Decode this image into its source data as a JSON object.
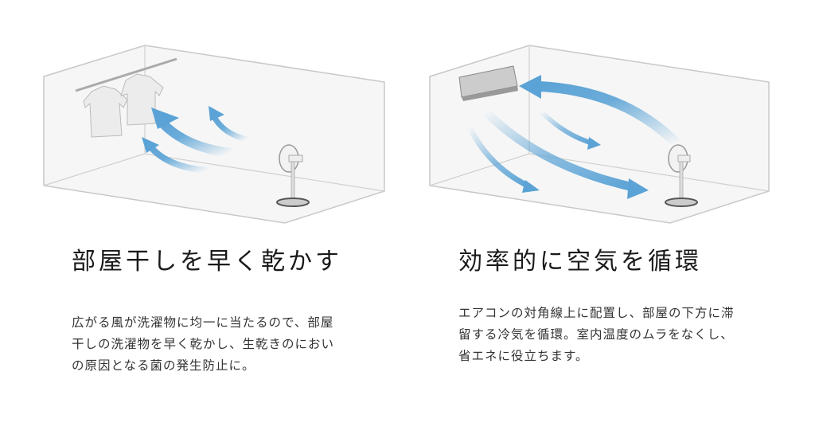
{
  "features": [
    {
      "title": "部屋干しを早く乾かす",
      "description": "広がる風が洗濯物に均一に当たるので、部屋干しの洗濯物を早く乾かし、生乾きのにおいの原因となる菌の発生防止に。"
    },
    {
      "title": "効率的に空気を循環",
      "description": "エアコンの対角線上に配置し、部屋の下方に滞留する冷気を循環。室内温度のムラをなくし、省エネに役立ちます。"
    }
  ],
  "colors": {
    "arrow": "#5ba3d6",
    "box_line": "#c8c8c8",
    "box_fill": "#f6f6f6"
  }
}
